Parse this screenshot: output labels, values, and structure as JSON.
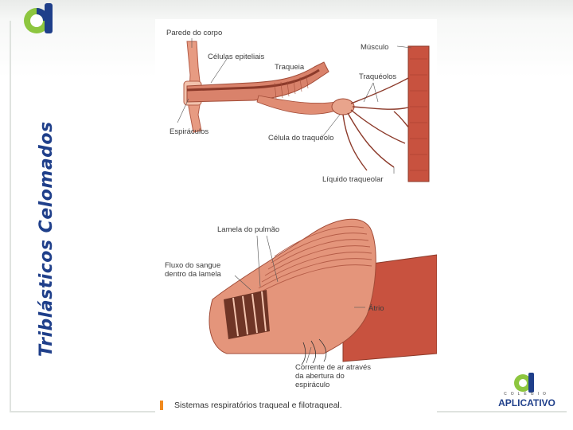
{
  "title": "Triblásticos Celomados",
  "figure": {
    "labels": {
      "parede": "Parede do corpo",
      "musculo": "Músculo",
      "celulas_epiteliais": "Células epiteliais",
      "traqueia": "Traqueia",
      "traqueolos": "Traquéolos",
      "espiraculos": "Espiráculos",
      "celula_traqueolo": "Célula do traquéolo",
      "liquido": "Líquido traqueolar",
      "lamela": "Lamela do pulmão",
      "fluxo": "Fluxo do sangue dentro da lamela",
      "atrio": "Átrio",
      "corrente": "Corrente de ar através da abertura do espiráculo"
    },
    "caption": "Sistemas respiratórios traqueal e filotraqueal."
  },
  "brand": {
    "small": "COLÉGIO",
    "name": "APLICATIVO",
    "colors": {
      "green": "#8dc63f",
      "blue": "#1f3f8a"
    }
  },
  "colors": {
    "title": "#1f3f8a",
    "tissue": "#d9826b",
    "tissue_light": "#eeb79f",
    "tissue_dark": "#8c3a2a",
    "muscle": "#c8523f",
    "caption_marker": "#f08a1e"
  }
}
